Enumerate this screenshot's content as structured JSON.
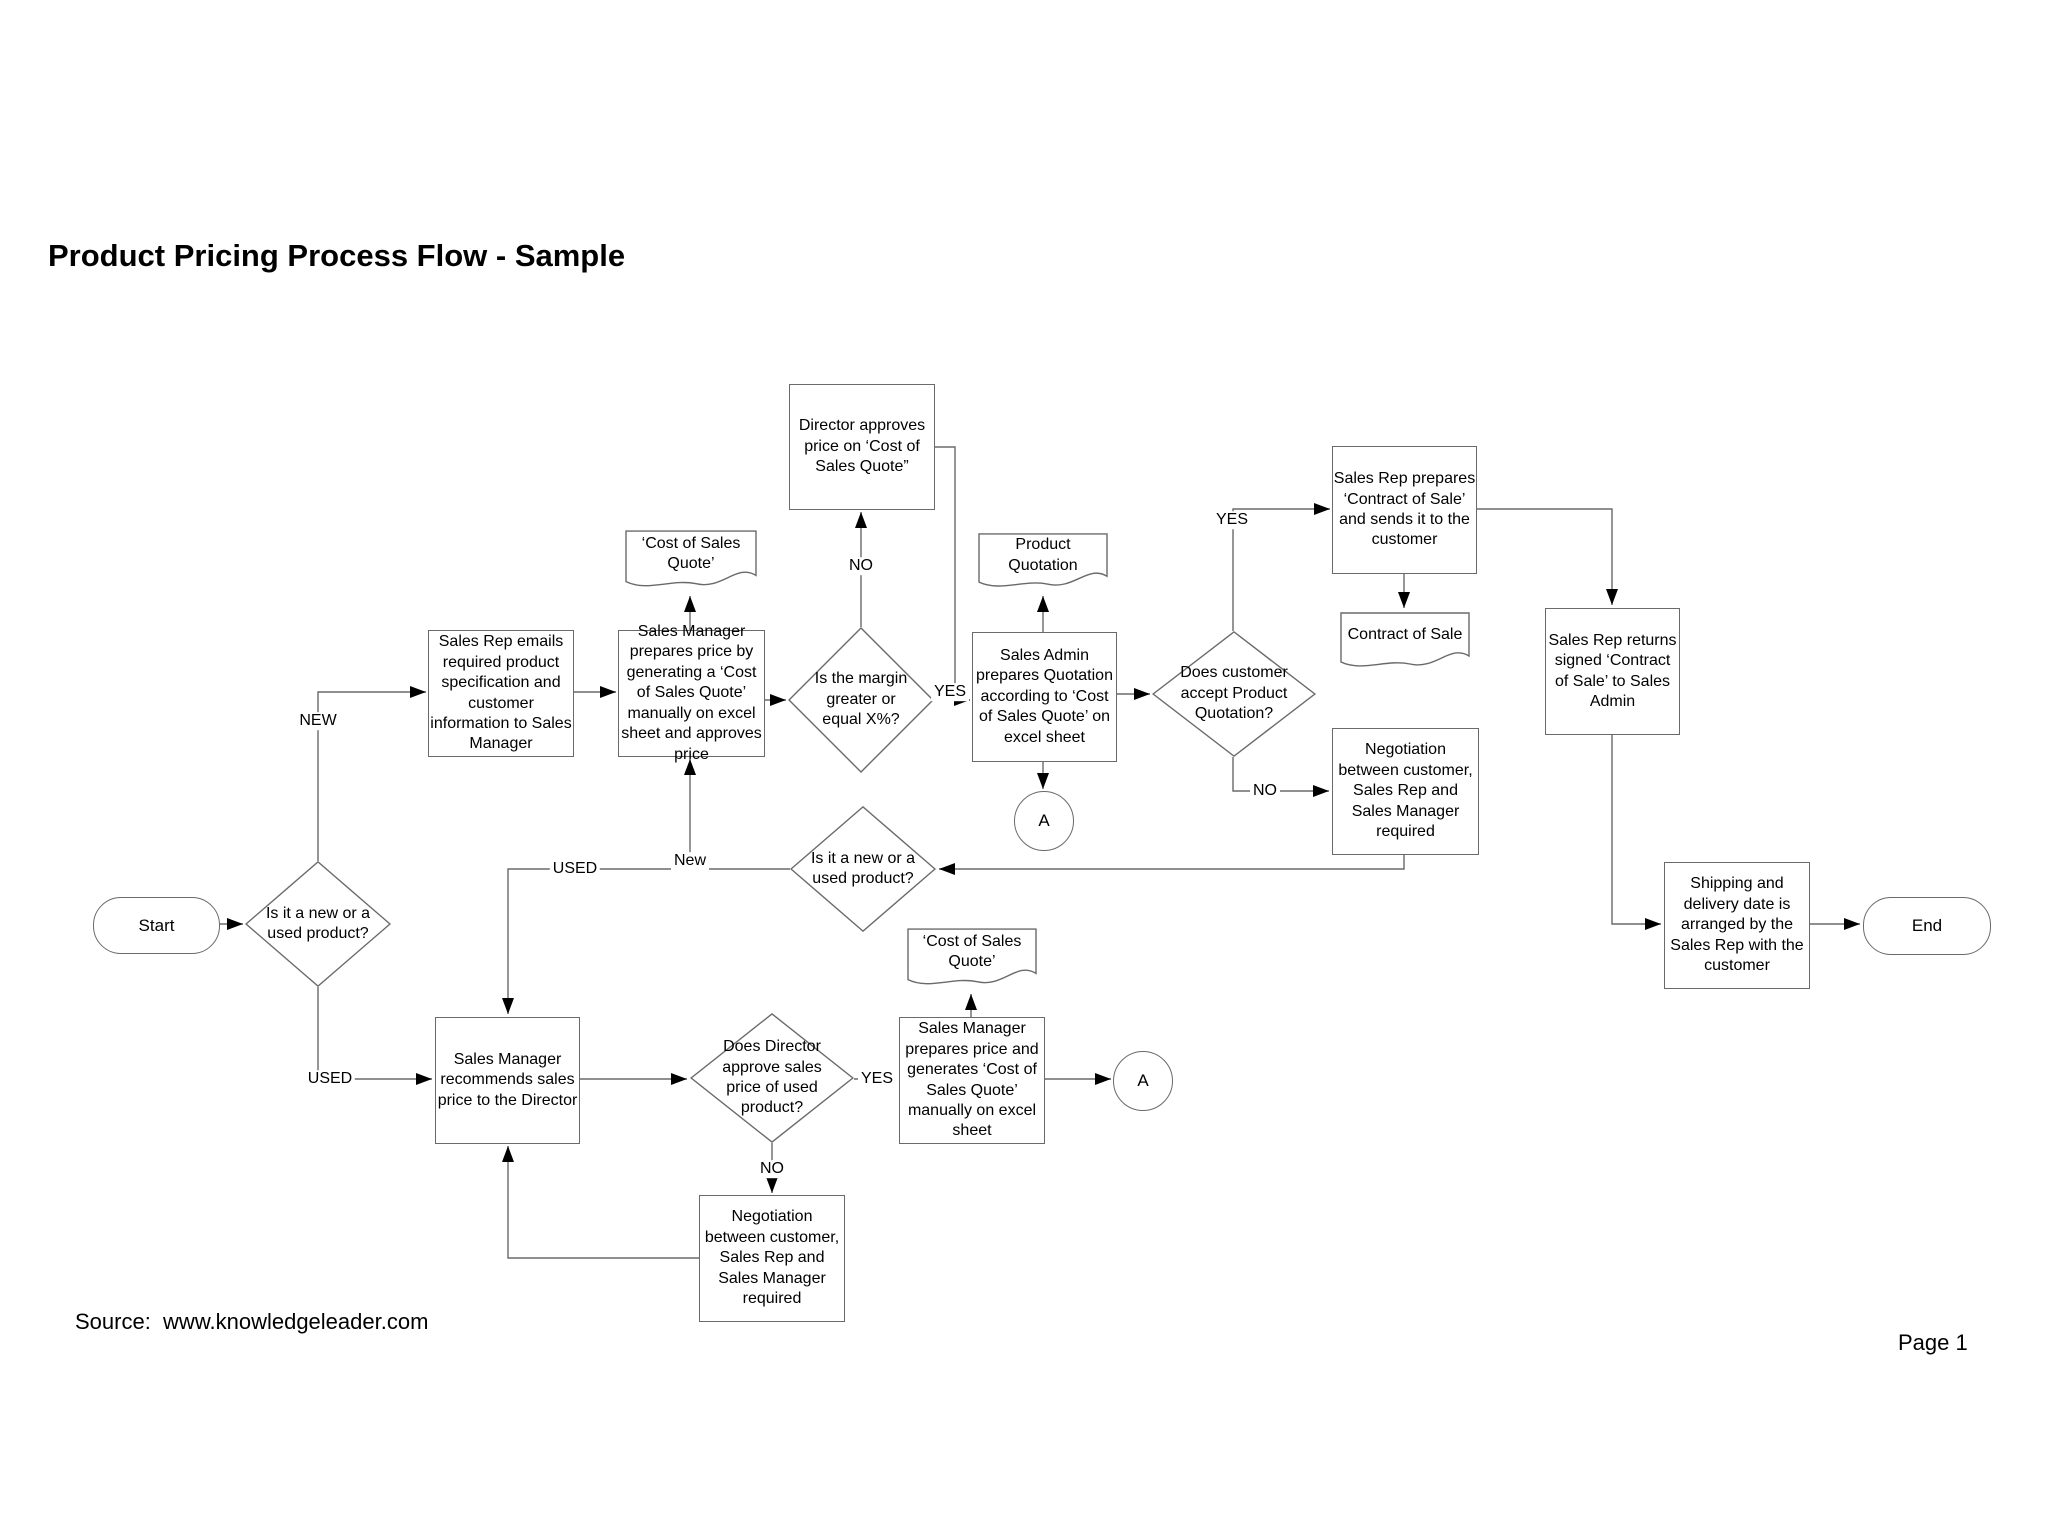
{
  "title": "Product Pricing Process Flow - Sample",
  "footer": {
    "source": "Source:  www.knowledgeleader.com",
    "page": "Page 1"
  },
  "colors": {
    "line": "#6a6a6a",
    "arrowhead": "#000000",
    "text": "#000000",
    "background": "#ffffff"
  },
  "nodes": {
    "start": {
      "type": "terminator",
      "text": "Start"
    },
    "d1": {
      "type": "decision",
      "text": "Is it a new or a used product?"
    },
    "emails": {
      "type": "process",
      "text": "Sales Rep emails required product specification and customer information to Sales Manager"
    },
    "preparesNew": {
      "type": "process",
      "text": "Sales Manager prepares price by generating a ‘Cost of Sales Quote’ manually on excel sheet and approves price"
    },
    "docCostTop": {
      "type": "document",
      "text": "‘Cost of Sales Quote’"
    },
    "dMargin": {
      "type": "decision",
      "text": "Is the margin greater or equal X%?"
    },
    "director": {
      "type": "process",
      "text": "Director approves price on ‘Cost of Sales Quote”"
    },
    "salesAdmin": {
      "type": "process",
      "text": "Sales Admin prepares Quotation according to ‘Cost of Sales Quote’ on excel sheet"
    },
    "docQuotation": {
      "type": "document",
      "text": "Product Quotation"
    },
    "connectorA1": {
      "type": "connector",
      "text": "A"
    },
    "dCustomer": {
      "type": "decision",
      "text": "Does customer accept Product Quotation?"
    },
    "contractPrep": {
      "type": "process",
      "text": "Sales Rep prepares ‘Contract of Sale’ and sends it to the customer"
    },
    "docContract": {
      "type": "document",
      "text": "Contract of Sale"
    },
    "negotiation1": {
      "type": "process",
      "text": "Negotiation between customer, Sales Rep and Sales Manager required"
    },
    "d2": {
      "type": "decision",
      "text": "Is it a new or a used product?"
    },
    "returns": {
      "type": "process",
      "text": "Sales Rep returns signed ‘Contract of Sale’ to Sales Admin"
    },
    "shipping": {
      "type": "process",
      "text": "Shipping and delivery date is arranged by the Sales Rep with the customer"
    },
    "end": {
      "type": "terminator",
      "text": "End"
    },
    "recommends": {
      "type": "process",
      "text": "Sales Manager recommends sales price to the Director"
    },
    "dDirector": {
      "type": "decision",
      "text": "Does Director approve sales price of used product?"
    },
    "preparesUsed": {
      "type": "process",
      "text": "Sales Manager prepares price and generates ‘Cost of Sales Quote’ manually on excel sheet"
    },
    "docCostBottom": {
      "type": "document",
      "text": "‘Cost of Sales Quote’"
    },
    "connectorA2": {
      "type": "connector",
      "text": "A"
    },
    "negotiation2": {
      "type": "process",
      "text": "Negotiation between customer, Sales Rep and Sales Manager required"
    }
  },
  "edgeLabels": {
    "new1": "NEW",
    "used1": "USED",
    "noMargin": "NO",
    "yesMargin": "YES",
    "yesCustomer": "YES",
    "noCustomer": "NO",
    "new2": "New",
    "used2": "USED",
    "yesDirector": "YES",
    "noDirector": "NO"
  }
}
